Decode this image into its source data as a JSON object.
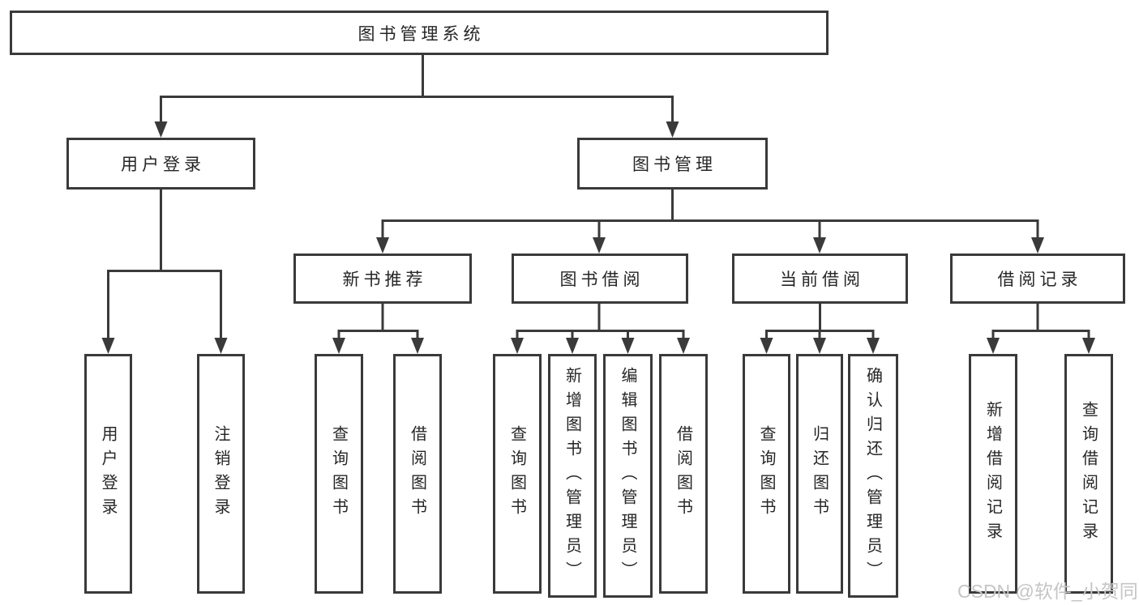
{
  "diagram": {
    "root": {
      "label": "图书管理系统"
    },
    "branches": [
      {
        "label": "用户登录",
        "children": [
          {
            "label": "用户登录"
          },
          {
            "label": "注销登录"
          }
        ]
      },
      {
        "label": "图书管理",
        "groups": [
          {
            "label": "新书推荐",
            "children": [
              {
                "label": "查询图书"
              },
              {
                "label": "借阅图书"
              }
            ]
          },
          {
            "label": "图书借阅",
            "children": [
              {
                "label": "查询图书"
              },
              {
                "label": "新增图书（管理员）"
              },
              {
                "label": "编辑图书（管理员）"
              },
              {
                "label": "借阅图书"
              }
            ]
          },
          {
            "label": "当前借阅",
            "children": [
              {
                "label": "查询图书"
              },
              {
                "label": "归还图书"
              },
              {
                "label": "确认归还（管理员）"
              }
            ]
          },
          {
            "label": "借阅记录",
            "children": [
              {
                "label": "新增借阅记录"
              },
              {
                "label": "查询借阅记录"
              }
            ]
          }
        ]
      }
    ]
  },
  "watermark": {
    "text": "CSDN @软件_小贺同学"
  },
  "colors": {
    "line": "#3a3a3a",
    "text": "#262626",
    "watermark": "#c5c5c5",
    "background": "#ffffff"
  }
}
